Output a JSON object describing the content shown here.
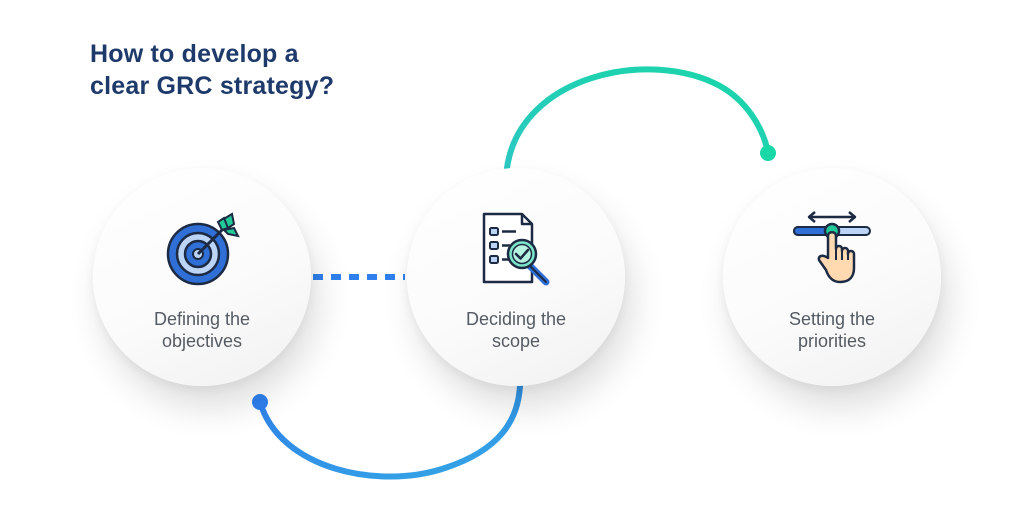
{
  "title": {
    "line1": "How to develop a",
    "line2": "clear GRC strategy?"
  },
  "steps": [
    {
      "line1": "Defining the",
      "line2": "objectives",
      "icon": "target-icon"
    },
    {
      "line1": "Deciding the",
      "line2": "scope",
      "icon": "document-magnifier-icon"
    },
    {
      "line1": "Setting the",
      "line2": "priorities",
      "icon": "hand-slider-icon"
    }
  ],
  "colors": {
    "title": "#1e3a6b",
    "label": "#555b63",
    "blue": "#2f80ed",
    "teal": "#19d3b2"
  }
}
